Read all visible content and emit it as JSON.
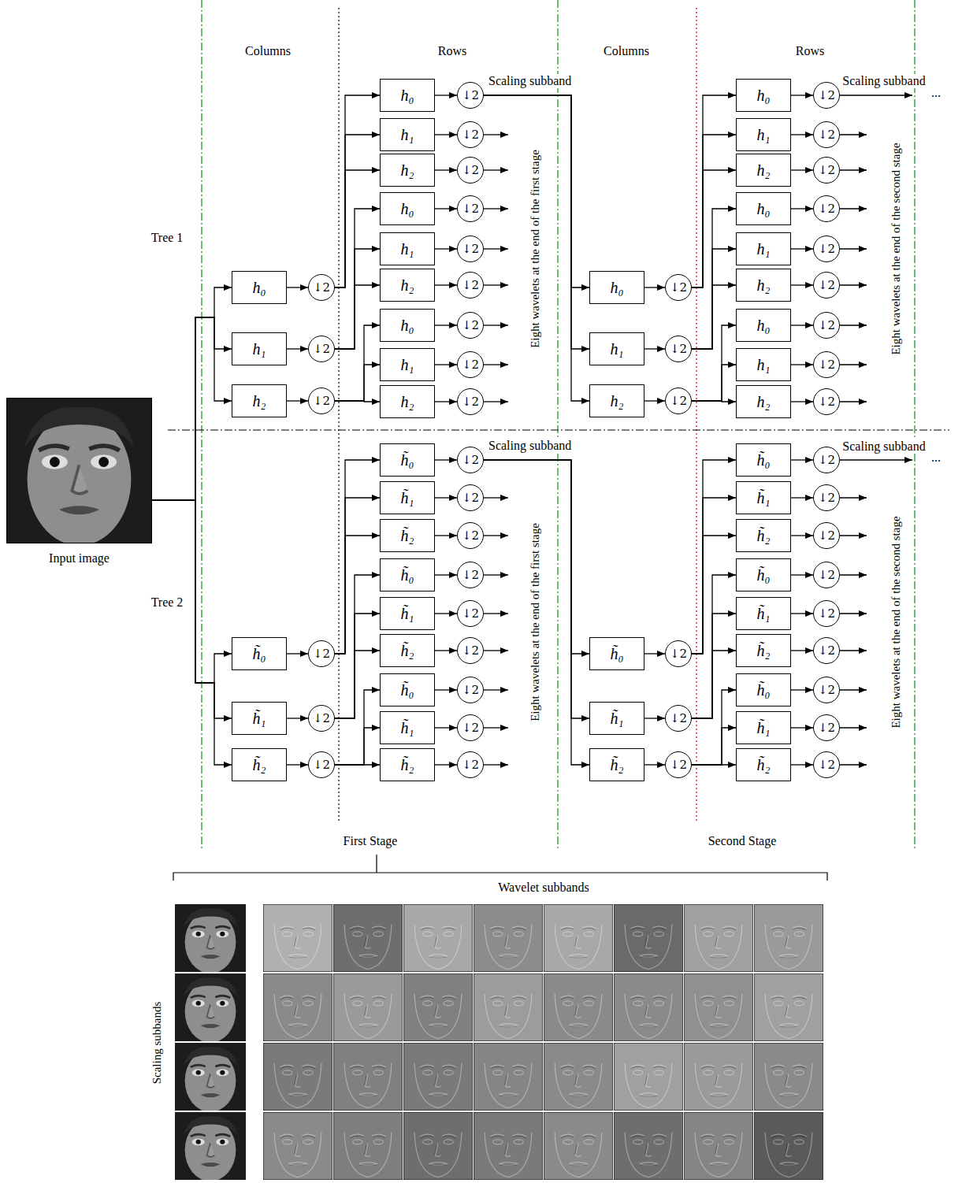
{
  "diagram": {
    "nodes": [
      {
        "text": [
          "Input image"
        ]
      },
      {
        "text": [
          "h₀"
        ]
      },
      {
        "text": [
          "↓2"
        ]
      },
      {
        "text": [
          "h₁"
        ]
      },
      {
        "text": [
          "↓2"
        ]
      },
      {
        "text": [
          "h₂"
        ]
      },
      {
        "text": [
          "↓2"
        ]
      },
      {
        "text": [
          "h₀"
        ]
      },
      {
        "text": [
          "↓2"
        ]
      },
      {
        "text": [
          "h₁"
        ]
      },
      {
        "text": [
          "↓2"
        ]
      },
      {
        "text": [
          "h₂"
        ]
      },
      {
        "text": [
          "↓2"
        ]
      },
      {
        "text": [
          "h₀"
        ]
      },
      {
        "text": [
          "↓2"
        ]
      },
      {
        "text": [
          "h₁"
        ]
      },
      {
        "text": [
          "↓2"
        ]
      },
      {
        "text": [
          "h₂"
        ]
      },
      {
        "text": [
          "↓2"
        ]
      },
      {
        "text": [
          "h₀"
        ]
      },
      {
        "text": [
          "↓2"
        ]
      },
      {
        "text": [
          "h₁"
        ]
      },
      {
        "text": [
          "↓2"
        ]
      },
      {
        "text": [
          "h₂"
        ]
      },
      {
        "text": [
          "↓2"
        ]
      },
      {
        "text": [
          "h₀"
        ]
      },
      {
        "text": [
          "↓2"
        ]
      },
      {
        "text": [
          "h₁"
        ]
      },
      {
        "text": [
          "↓2"
        ]
      },
      {
        "text": [
          "h₂"
        ]
      },
      {
        "text": [
          "↓2"
        ]
      },
      {
        "text": [
          "h₀"
        ]
      },
      {
        "text": [
          "↓2"
        ]
      },
      {
        "text": [
          "h₁"
        ]
      },
      {
        "text": [
          "↓2"
        ]
      },
      {
        "text": [
          "h₂"
        ]
      },
      {
        "text": [
          "↓2"
        ]
      },
      {
        "text": [
          "h₀"
        ]
      },
      {
        "text": [
          "↓2"
        ]
      },
      {
        "text": [
          "h₁"
        ]
      },
      {
        "text": [
          "↓2"
        ]
      },
      {
        "text": [
          "h₂"
        ]
      },
      {
        "text": [
          "↓2"
        ]
      },
      {
        "text": [
          "h₀"
        ]
      },
      {
        "text": [
          "↓2"
        ]
      },
      {
        "text": [
          "h₁"
        ]
      },
      {
        "text": [
          "↓2"
        ]
      },
      {
        "text": [
          "h₂"
        ]
      },
      {
        "text": [
          "↓2"
        ]
      },
      {
        "text": [
          "h̃₀"
        ]
      },
      {
        "text": [
          "↓2"
        ]
      },
      {
        "text": [
          "h̃₁"
        ]
      },
      {
        "text": [
          "↓2"
        ]
      },
      {
        "text": [
          "h̃₂"
        ]
      },
      {
        "text": [
          "↓2"
        ]
      },
      {
        "text": [
          "h̃₀"
        ]
      },
      {
        "text": [
          "↓2"
        ]
      },
      {
        "text": [
          "h̃₁"
        ]
      },
      {
        "text": [
          "↓2"
        ]
      },
      {
        "text": [
          "h̃₂"
        ]
      },
      {
        "text": [
          "↓2"
        ]
      },
      {
        "text": [
          "h̃₀"
        ]
      },
      {
        "text": [
          "↓2"
        ]
      },
      {
        "text": [
          "h̃₁"
        ]
      },
      {
        "text": [
          "↓2"
        ]
      },
      {
        "text": [
          "h̃₂"
        ]
      },
      {
        "text": [
          "↓2"
        ]
      },
      {
        "text": [
          "h̃₀"
        ]
      },
      {
        "text": [
          "↓2"
        ]
      },
      {
        "text": [
          "h̃₁"
        ]
      },
      {
        "text": [
          "↓2"
        ]
      },
      {
        "text": [
          "h̃₂"
        ]
      },
      {
        "text": [
          "↓2"
        ]
      },
      {
        "text": [
          "h̃₀"
        ]
      },
      {
        "text": [
          "↓2"
        ]
      },
      {
        "text": [
          "h̃₁"
        ]
      },
      {
        "text": [
          "↓2"
        ]
      },
      {
        "text": [
          "h̃₂"
        ]
      },
      {
        "text": [
          "↓2"
        ]
      },
      {
        "text": [
          "h̃₀"
        ]
      },
      {
        "text": [
          "↓2"
        ]
      },
      {
        "text": [
          "h̃₁"
        ]
      },
      {
        "text": [
          "↓2"
        ]
      },
      {
        "text": [
          "h̃₂"
        ]
      },
      {
        "text": [
          "↓2"
        ]
      },
      {
        "text": [
          "h̃₀"
        ]
      },
      {
        "text": [
          "↓2"
        ]
      },
      {
        "text": [
          "h̃₁"
        ]
      },
      {
        "text": [
          "↓2"
        ]
      },
      {
        "text": [
          "h̃₂"
        ]
      },
      {
        "text": [
          "↓2"
        ]
      },
      {
        "text": [
          "h̃₀"
        ]
      },
      {
        "text": [
          "↓2"
        ]
      },
      {
        "text": [
          "h̃₁"
        ]
      },
      {
        "text": [
          "↓2"
        ]
      },
      {
        "text": [
          "h̃₂"
        ]
      },
      {
        "text": [
          "↓2"
        ]
      }
    ],
    "edges": [
      {
        "from": 0,
        "to": 1,
        "arrow": "to"
      },
      {
        "from": 0,
        "to": 3,
        "arrow": "to"
      },
      {
        "from": 0,
        "to": 5,
        "arrow": "to"
      },
      {
        "from": 0,
        "to": 49,
        "arrow": "to"
      },
      {
        "from": 0,
        "to": 51,
        "arrow": "to"
      },
      {
        "from": 0,
        "to": 53,
        "arrow": "to"
      },
      {
        "from": 1,
        "to": 2,
        "arrow": "to"
      },
      {
        "from": 3,
        "to": 4,
        "arrow": "to"
      },
      {
        "from": 5,
        "to": 6,
        "arrow": "to"
      },
      {
        "from": 2,
        "to": 7,
        "arrow": "to"
      },
      {
        "from": 2,
        "to": 9,
        "arrow": "to"
      },
      {
        "from": 2,
        "to": 11,
        "arrow": "to"
      },
      {
        "from": 4,
        "to": 13,
        "arrow": "to"
      },
      {
        "from": 4,
        "to": 15,
        "arrow": "to"
      },
      {
        "from": 4,
        "to": 17,
        "arrow": "to"
      },
      {
        "from": 6,
        "to": 19,
        "arrow": "to"
      },
      {
        "from": 6,
        "to": 21,
        "arrow": "to"
      },
      {
        "from": 6,
        "to": 23,
        "arrow": "to"
      },
      {
        "from": 7,
        "to": 8,
        "arrow": "to"
      },
      {
        "from": 9,
        "to": 10,
        "arrow": "to"
      },
      {
        "from": 11,
        "to": 12,
        "arrow": "to"
      },
      {
        "from": 13,
        "to": 14,
        "arrow": "to"
      },
      {
        "from": 15,
        "to": 16,
        "arrow": "to"
      },
      {
        "from": 17,
        "to": 18,
        "arrow": "to"
      },
      {
        "from": 19,
        "to": 20,
        "arrow": "to"
      },
      {
        "from": 21,
        "to": 22,
        "arrow": "to"
      },
      {
        "from": 23,
        "to": 24,
        "arrow": "to"
      },
      {
        "from": 8,
        "to": 25,
        "arrow": "to",
        "label": "Scaling subband"
      },
      {
        "from": 8,
        "to": 27,
        "arrow": "to"
      },
      {
        "from": 8,
        "to": 29,
        "arrow": "to"
      },
      {
        "from": 25,
        "to": 26,
        "arrow": "to"
      },
      {
        "from": 27,
        "to": 28,
        "arrow": "to"
      },
      {
        "from": 29,
        "to": 30,
        "arrow": "to"
      },
      {
        "from": 26,
        "to": 31,
        "arrow": "to"
      },
      {
        "from": 26,
        "to": 33,
        "arrow": "to"
      },
      {
        "from": 26,
        "to": 35,
        "arrow": "to"
      },
      {
        "from": 28,
        "to": 37,
        "arrow": "to"
      },
      {
        "from": 28,
        "to": 39,
        "arrow": "to"
      },
      {
        "from": 28,
        "to": 41,
        "arrow": "to"
      },
      {
        "from": 30,
        "to": 43,
        "arrow": "to"
      },
      {
        "from": 30,
        "to": 45,
        "arrow": "to"
      },
      {
        "from": 30,
        "to": 47,
        "arrow": "to"
      },
      {
        "from": 31,
        "to": 32,
        "arrow": "to"
      },
      {
        "from": 33,
        "to": 34,
        "arrow": "to"
      },
      {
        "from": 35,
        "to": 36,
        "arrow": "to"
      },
      {
        "from": 37,
        "to": 38,
        "arrow": "to"
      },
      {
        "from": 39,
        "to": 40,
        "arrow": "to"
      },
      {
        "from": 41,
        "to": 42,
        "arrow": "to"
      },
      {
        "from": 43,
        "to": 44,
        "arrow": "to"
      },
      {
        "from": 45,
        "to": 46,
        "arrow": "to"
      },
      {
        "from": 47,
        "to": 48,
        "arrow": "to"
      },
      {
        "from": 49,
        "to": 50,
        "arrow": "to"
      },
      {
        "from": 51,
        "to": 52,
        "arrow": "to"
      },
      {
        "from": 53,
        "to": 54,
        "arrow": "to"
      },
      {
        "from": 50,
        "to": 55,
        "arrow": "to"
      },
      {
        "from": 50,
        "to": 57,
        "arrow": "to"
      },
      {
        "from": 50,
        "to": 59,
        "arrow": "to"
      },
      {
        "from": 52,
        "to": 61,
        "arrow": "to"
      },
      {
        "from": 52,
        "to": 63,
        "arrow": "to"
      },
      {
        "from": 52,
        "to": 65,
        "arrow": "to"
      },
      {
        "from": 54,
        "to": 67,
        "arrow": "to"
      },
      {
        "from": 54,
        "to": 69,
        "arrow": "to"
      },
      {
        "from": 54,
        "to": 71,
        "arrow": "to"
      },
      {
        "from": 55,
        "to": 56,
        "arrow": "to"
      },
      {
        "from": 57,
        "to": 58,
        "arrow": "to"
      },
      {
        "from": 59,
        "to": 60,
        "arrow": "to"
      },
      {
        "from": 61,
        "to": 62,
        "arrow": "to"
      },
      {
        "from": 63,
        "to": 64,
        "arrow": "to"
      },
      {
        "from": 65,
        "to": 66,
        "arrow": "to"
      },
      {
        "from": 67,
        "to": 68,
        "arrow": "to"
      },
      {
        "from": 69,
        "to": 70,
        "arrow": "to"
      },
      {
        "from": 71,
        "to": 72,
        "arrow": "to"
      },
      {
        "from": 56,
        "to": 73,
        "arrow": "to",
        "label": "Scaling subband"
      },
      {
        "from": 56,
        "to": 75,
        "arrow": "to"
      },
      {
        "from": 56,
        "to": 77,
        "arrow": "to"
      },
      {
        "from": 73,
        "to": 74,
        "arrow": "to"
      },
      {
        "from": 75,
        "to": 76,
        "arrow": "to"
      },
      {
        "from": 77,
        "to": 78,
        "arrow": "to"
      },
      {
        "from": 74,
        "to": 79,
        "arrow": "to"
      },
      {
        "from": 74,
        "to": 81,
        "arrow": "to"
      },
      {
        "from": 74,
        "to": 83,
        "arrow": "to"
      },
      {
        "from": 76,
        "to": 85,
        "arrow": "to"
      },
      {
        "from": 76,
        "to": 87,
        "arrow": "to"
      },
      {
        "from": 76,
        "to": 89,
        "arrow": "to"
      },
      {
        "from": 78,
        "to": 91,
        "arrow": "to"
      },
      {
        "from": 78,
        "to": 93,
        "arrow": "to"
      },
      {
        "from": 78,
        "to": 95,
        "arrow": "to"
      },
      {
        "from": 79,
        "to": 80,
        "arrow": "to"
      },
      {
        "from": 81,
        "to": 82,
        "arrow": "to"
      },
      {
        "from": 83,
        "to": 84,
        "arrow": "to"
      },
      {
        "from": 85,
        "to": 86,
        "arrow": "to"
      },
      {
        "from": 87,
        "to": 88,
        "arrow": "to"
      },
      {
        "from": 89,
        "to": 90,
        "arrow": "to"
      },
      {
        "from": 91,
        "to": 92,
        "arrow": "to"
      },
      {
        "from": 93,
        "to": 94,
        "arrow": "to"
      },
      {
        "from": 95,
        "to": 96,
        "arrow": "to"
      }
    ],
    "labels": [
      "Columns",
      "Rows",
      "Columns",
      "Rows",
      "Tree 1",
      "Eight wavelets at the end of the first stage",
      "Eight wavelets at the end of the second stage",
      "Scaling subband",
      "...",
      "Tree 2",
      "Eight wavelets at the end of the first stage",
      "Eight wavelets at the end of the second stage",
      "Scaling subband",
      "...",
      "First Stage",
      "Second Stage",
      "Wavelet subbands",
      "Scaling subbands"
    ]
  }
}
